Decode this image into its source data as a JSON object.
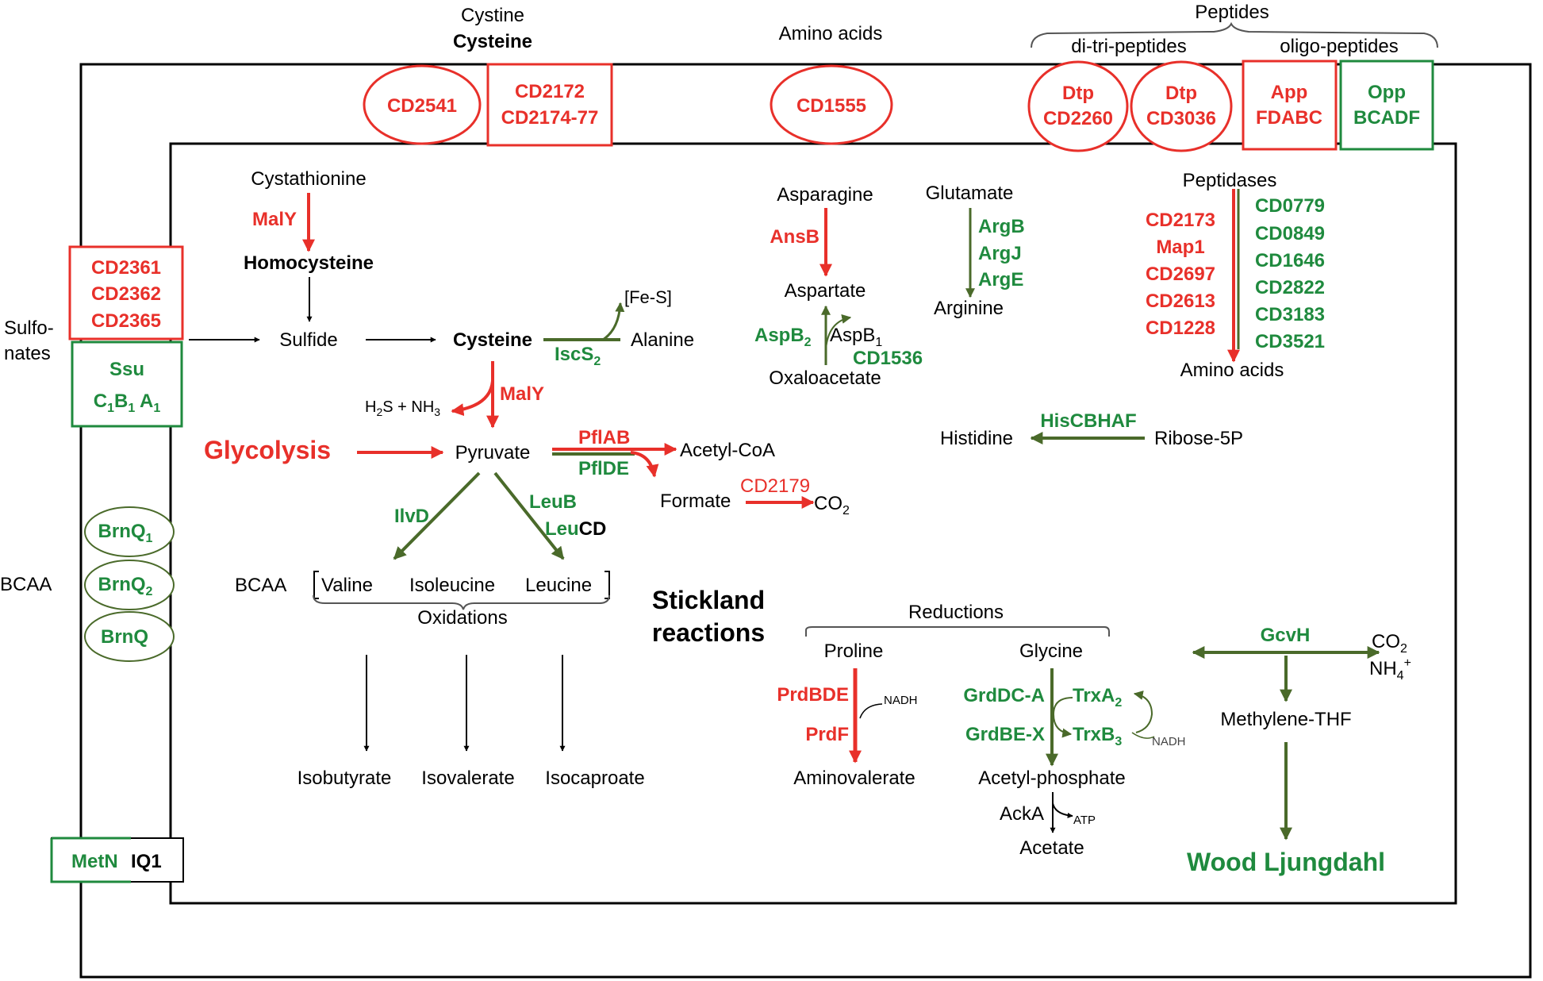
{
  "colors": {
    "red": "#e8302a",
    "green": "#1f8a3e",
    "olive": "#4a6a2a",
    "black": "#000000"
  },
  "transport": {
    "cystine": "Cystine",
    "cysteine": "Cysteine",
    "cd2541": "CD2541",
    "cd2172": "CD2172",
    "cd2174_77": "CD2174-77",
    "amino_acids": "Amino acids",
    "cd1555": "CD1555",
    "peptides": "Peptides",
    "di_tri_peptides": "di-tri-peptides",
    "oligo_peptides": "oligo-peptides",
    "dtp1_a": "Dtp",
    "dtp1_b": "CD2260",
    "dtp2_a": "Dtp",
    "dtp2_b": "CD3036",
    "app_a": "App",
    "app_b": "FDABC",
    "opp_a": "Opp",
    "opp_b": "BCADF",
    "sulfo_1": "Sulfo-",
    "sulfo_2": "nates",
    "cd2361": "CD2361",
    "cd2362": "CD2362",
    "cd2365": "CD2365",
    "ssu": "Ssu",
    "bcaa_label": "BCAA",
    "brnq_label": "BrnQ",
    "brnq1_sub": "1",
    "brnq2_sub": "2",
    "metn": "MetN",
    "iq1": "IQ1"
  },
  "cys_pathway": {
    "cystathionine": "Cystathionine",
    "maly1": "MalY",
    "homocysteine": "Homocysteine",
    "sulfide": "Sulfide",
    "cysteine": "Cysteine",
    "fes": "[Fe-S]",
    "alanine": "Alanine",
    "iscs": "IscS",
    "iscs_sub": "2",
    "h2s": "H",
    "h2s_rest": "S + NH",
    "h2s_sub1": "2",
    "h2s_sub2": "3",
    "maly2": "MalY",
    "glycolysis": "Glycolysis",
    "pyruvate": "Pyruvate",
    "pflab": "PflAB",
    "pflde": "PflDE",
    "acetyl_coa": "Acetyl-CoA",
    "formate": "Formate",
    "cd2179": "CD2179",
    "co2": "CO",
    "co2_sub": "2",
    "ilvd": "IlvD",
    "leub": "LeuB",
    "leucd_a": "Leu",
    "leucd_b": "CD",
    "bcaa": "BCAA",
    "valine": "Valine",
    "isoleucine": "Isoleucine",
    "leucine": "Leucine",
    "oxidations": "Oxidations",
    "isobutyrate": "Isobutyrate",
    "isovalerate": "Isovalerate",
    "isocaproate": "Isocaproate"
  },
  "aa_pathway": {
    "asparagine": "Asparagine",
    "ansb": "AnsB",
    "aspartate": "Aspartate",
    "aspb2": "AspB",
    "aspb2_sub": "2",
    "aspb1": "AspB",
    "aspb1_sub": "1",
    "cd1536": "CD1536",
    "oxaloacetate": "Oxaloacetate",
    "glutamate": "Glutamate",
    "argb": "ArgB",
    "argj": "ArgJ",
    "arge": "ArgE",
    "arginine": "Arginine",
    "peptidases": "Peptidases",
    "red_list": [
      "CD2173",
      "Map1",
      "CD2697",
      "CD2613",
      "CD1228"
    ],
    "green_list": [
      "CD0779",
      "CD0849",
      "CD1646",
      "CD2822",
      "CD3183",
      "CD3521"
    ],
    "amino_acids": "Amino acids",
    "hiscbhaf": "HisCBHAF",
    "histidine": "Histidine",
    "ribose": "Ribose-5P"
  },
  "stickland": {
    "title_1": "Stickland",
    "title_2": "reactions",
    "reductions": "Reductions",
    "proline": "Proline",
    "glycine": "Glycine",
    "prdbde": "PrdBDE",
    "prdf": "PrdF",
    "nadh1": "NADH",
    "aminovalerate": "Aminovalerate",
    "grddc": "GrdDC-A",
    "grdbe": "GrdBE-X",
    "trxa": "TrxA",
    "trxa_sub": "2",
    "trxb": "TrxB",
    "trxb_sub": "3",
    "nadh2": "NADH",
    "acetyl_phosphate": "Acetyl-phosphate",
    "acka": "AckA",
    "atp": "ATP",
    "acetate": "Acetate",
    "gcvh": "GcvH",
    "co2": "CO",
    "co2_sub": "2",
    "nh4": "NH",
    "nh4_sub": "4",
    "nh4_sup": "+",
    "methylene_thf": "Methylene-THF",
    "wood": "Wood Ljungdahl"
  }
}
